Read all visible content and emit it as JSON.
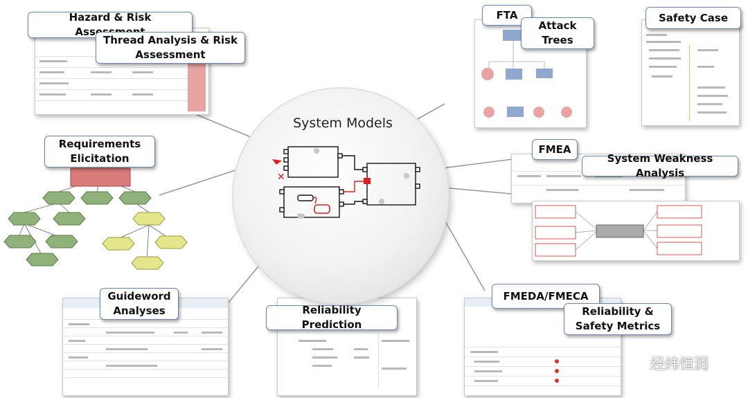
{
  "center": {
    "title": "System Models"
  },
  "labels": {
    "hazard": "Hazard & Risk Assessment",
    "thread": "Thread Analysis & Risk Assessment",
    "fta": "FTA",
    "attack": "Attack Trees",
    "safety_case": "Safety Case",
    "requirements": "Requirements Elicitation",
    "fmea": "FMEA",
    "weakness": "System Weakness Analysis",
    "guideword": "Guideword Analyses",
    "reliability_prediction": "Reliability Prediction",
    "fmeda": "FMEDA/FMECA",
    "metrics": "Reliability & Safety Metrics"
  },
  "watermark": {
    "text": "经纬恒润",
    "icon": "wechat-icon"
  },
  "colors": {
    "label_border": "#6a86a8",
    "connector": "#9a9a9a",
    "hazard_highlight": "#e8a3a3",
    "req_root": "#d97b7b",
    "req_green": "#8fb27a",
    "req_yellow": "#e4e68c",
    "red_port": "#e02020"
  }
}
